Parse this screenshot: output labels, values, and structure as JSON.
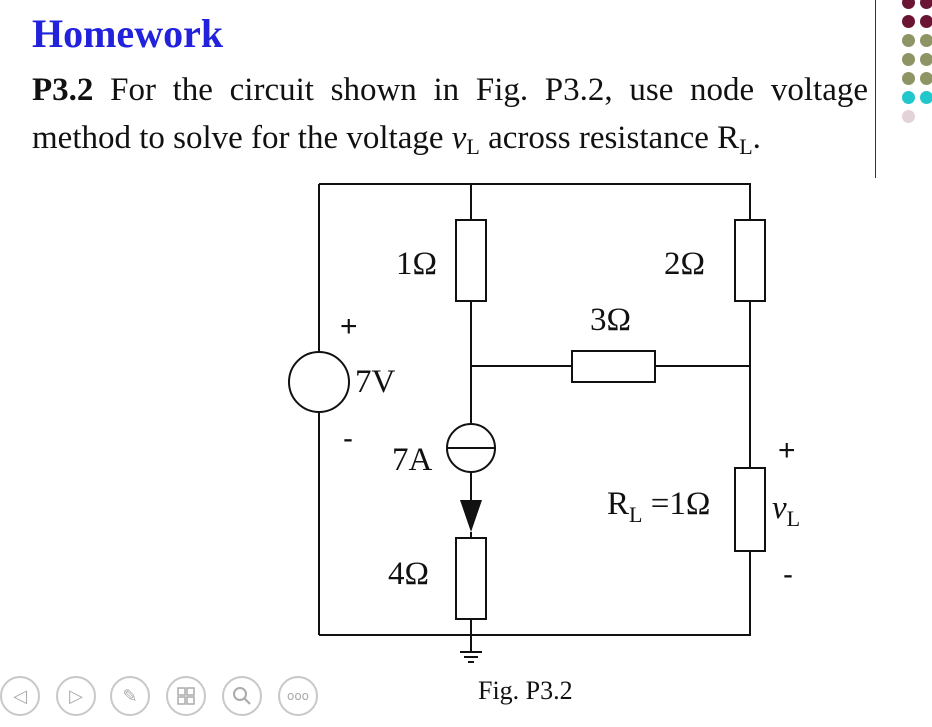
{
  "slide": {
    "title": "Homework",
    "problem": {
      "id": "P3.2",
      "text_1": " For the circuit shown in Fig. P3.2, use node voltage method to solve for the voltage ",
      "var": "v",
      "var_sub": "L",
      "text_2": " across resistance R",
      "res_sub": "L",
      "text_3": "."
    }
  },
  "circuit": {
    "r1": "1Ω",
    "r2": "2Ω",
    "r3": "3Ω",
    "r4": "4Ω",
    "source_voltage": "7V",
    "source_current": "7A",
    "rl_main": "R",
    "rl_sub": "L",
    "rl_value": " =1Ω",
    "vl_var": "v",
    "vl_sub": "L",
    "plus": "+",
    "minus": "-"
  },
  "caption": "Fig. P3.2",
  "decor": {
    "dot_colors": [
      "#6b1535",
      "#8f9464",
      "#22c7cc",
      "#e3d3d8"
    ]
  },
  "nav": {
    "prev_glyph": "◁",
    "next_glyph": "▷",
    "pen_glyph": "✎",
    "more_glyph": "ooo"
  }
}
